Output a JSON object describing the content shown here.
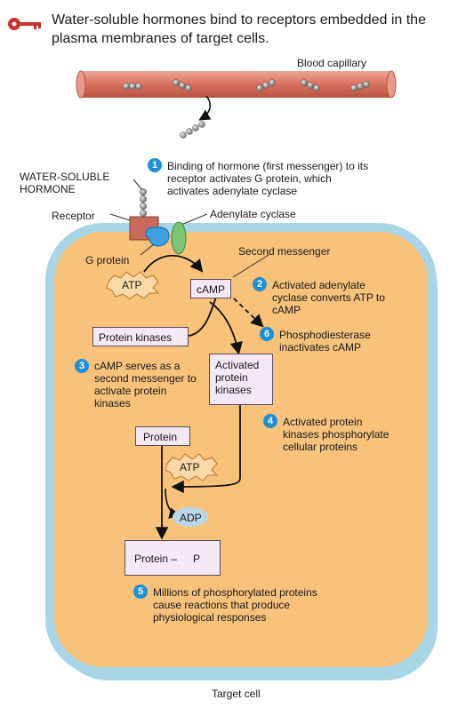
{
  "header": {
    "title": "Water-soluble hormones bind to receptors embedded in the plasma membranes of target cells."
  },
  "labels": {
    "blood_capillary": "Blood capillary",
    "hormone": "WATER-SOLUBLE HORMONE",
    "receptor": "Receptor",
    "g_protein": "G protein",
    "adenylate_cyclase": "Adenylate cyclase",
    "second_messenger": "Second messenger",
    "atp_1": "ATP",
    "camp": "cAMP",
    "protein_kinases": "Protein kinases",
    "activated_protein_kinases": "Activated protein kinases",
    "protein": "Protein",
    "atp_2": "ATP",
    "adp": "ADP",
    "protein_p": "Protein –",
    "p": "P",
    "target_cell": "Target cell"
  },
  "steps": [
    {
      "number": "1",
      "text": "Binding of hormone (first messenger) to its receptor activates G protein, which activates adenylate cyclase"
    },
    {
      "number": "2",
      "text": "Activated adenylate cyclase converts ATP to cAMP"
    },
    {
      "number": "3",
      "text": "cAMP serves as a second messenger to activate protein kinases"
    },
    {
      "number": "4",
      "text": "Activated protein kinases phosphorylate cellular proteins"
    },
    {
      "number": "5",
      "text": "Millions of phosphorylated proteins cause reactions that produce physiological responses"
    },
    {
      "number": "6",
      "text": "Phosphodiesterase inactivates cAMP"
    }
  ],
  "colors": {
    "key_icon": "#c9302c",
    "capillary": "#e07b6a",
    "cell_fill": "#f7c27a",
    "membrane": "#a9d6e6",
    "badge": "#1d8fd6",
    "box_fill": "#f3e8f3",
    "receptor": "#c96a5a",
    "g_protein": "#3aa0e0",
    "adenylate_cyclase": "#7cc576",
    "adp_oval": "#b9d7e8"
  }
}
